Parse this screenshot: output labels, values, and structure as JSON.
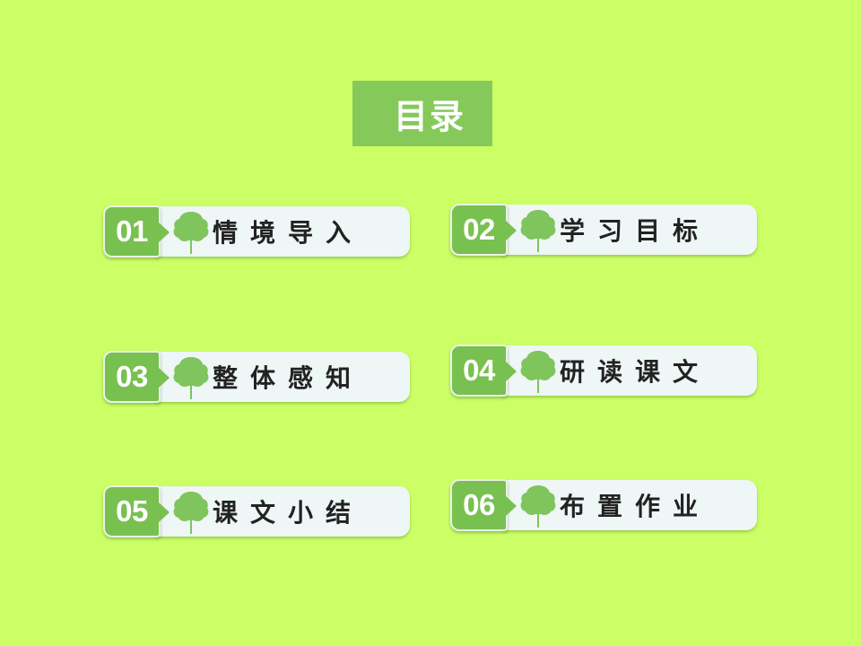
{
  "slide": {
    "title": "目录",
    "colors": {
      "background": "#ccff66",
      "title_box": "#84c95a",
      "badge": "#78c050",
      "bar": "#eef6f6",
      "tree": "#7fc45c",
      "label_text": "#222222"
    }
  },
  "toc": {
    "items": [
      {
        "number": "01",
        "label": "情境导入",
        "icon": "tree-icon"
      },
      {
        "number": "02",
        "label": "学习目标",
        "icon": "tree-icon"
      },
      {
        "number": "03",
        "label": "整体感知",
        "icon": "tree-icon"
      },
      {
        "number": "04",
        "label": "研读课文",
        "icon": "tree-icon"
      },
      {
        "number": "05",
        "label": "课文小结",
        "icon": "tree-icon"
      },
      {
        "number": "06",
        "label": "布置作业",
        "icon": "tree-icon"
      }
    ]
  }
}
